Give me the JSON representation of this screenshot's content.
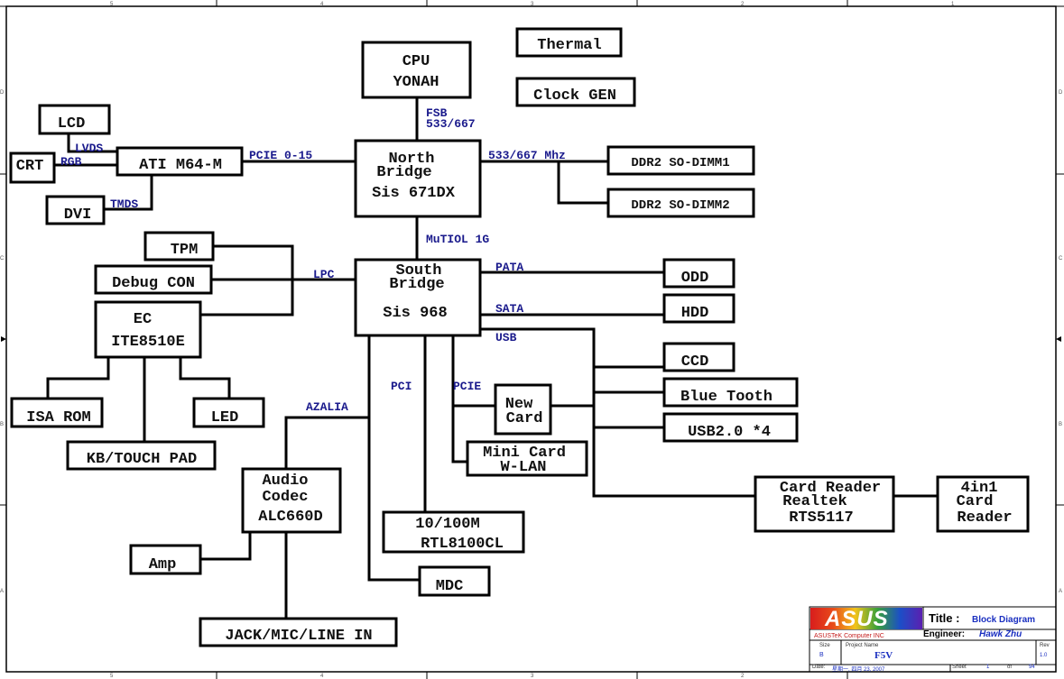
{
  "diagram": {
    "title": "Block Diagram",
    "blocks": {
      "cpu": [
        "CPU",
        "YONAH"
      ],
      "thermal": [
        "Thermal"
      ],
      "clock_gen": [
        "Clock GEN"
      ],
      "north_bridge": [
        "North",
        "Bridge",
        "Sis 671DX"
      ],
      "ddr2_1": [
        "DDR2 SO-DIMM1"
      ],
      "ddr2_2": [
        "DDR2 SO-DIMM2"
      ],
      "lcd": [
        "LCD"
      ],
      "crt": [
        "CRT"
      ],
      "ati": [
        "ATI M64-M"
      ],
      "dvi": [
        "DVI"
      ],
      "tpm": [
        "TPM"
      ],
      "debug_con": [
        "Debug CON"
      ],
      "ec": [
        "EC",
        "ITE8510E"
      ],
      "south_bridge": [
        "South",
        "Bridge",
        "Sis 968"
      ],
      "odd": [
        "ODD"
      ],
      "hdd": [
        "HDD"
      ],
      "ccd": [
        "CCD"
      ],
      "bluetooth": [
        "Blue Tooth"
      ],
      "usb": [
        "USB2.0 *4"
      ],
      "new_card": [
        "New",
        "Card"
      ],
      "mini_card": [
        "Mini Card",
        "W-LAN"
      ],
      "card_reader": [
        "Card Reader",
        "Realtek",
        "RTS5117"
      ],
      "four_in_one": [
        "4in1",
        "Card",
        "Reader"
      ],
      "isa_rom": [
        "ISA ROM"
      ],
      "led": [
        "LED"
      ],
      "kb_touchpad": [
        "KB/TOUCH PAD"
      ],
      "audio_codec": [
        "Audio",
        "Codec",
        "ALC660D"
      ],
      "lan": [
        "10/100M",
        "RTL8100CL"
      ],
      "amp": [
        "Amp"
      ],
      "mdc": [
        "MDC"
      ],
      "jack": [
        "JACK/MIC/LINE IN"
      ]
    },
    "bus_labels": {
      "fsb": [
        "FSB",
        "533/667"
      ],
      "mem": "533/667 Mhz",
      "pcie_gfx": "PCIE 0-15",
      "lvds": "LVDS",
      "rgb": "RGB",
      "tmds": "TMDS",
      "mutiol": "MuTIOL 1G",
      "lpc": "LPC",
      "pata": "PATA",
      "sata": "SATA",
      "usb": "USB",
      "pci": "PCI",
      "pcie": "PCIE",
      "azalia": "AZALIA"
    }
  },
  "ruler": {
    "columns": [
      "5",
      "4",
      "3",
      "2",
      "1"
    ],
    "rows": [
      "D",
      "C",
      "B",
      "A"
    ]
  },
  "title_block": {
    "logo": "ASUS",
    "title_label": "Title :",
    "title_value": "Block Diagram",
    "company": "ASUSTeK Computer INC",
    "engineer_label": "Engineer:",
    "engineer_value": "Hawk Zhu",
    "size_label": "Size",
    "size_value": "B",
    "project_label": "Project Name",
    "project_value": "F5V",
    "rev_label": "Rev",
    "rev_value": "1.0",
    "date_label": "Date:",
    "date_value": "星期一, 四月 23, 2007",
    "sheet_label": "Sheet",
    "sheet_value": "1",
    "of_label": "of",
    "sheet_total": "94"
  }
}
